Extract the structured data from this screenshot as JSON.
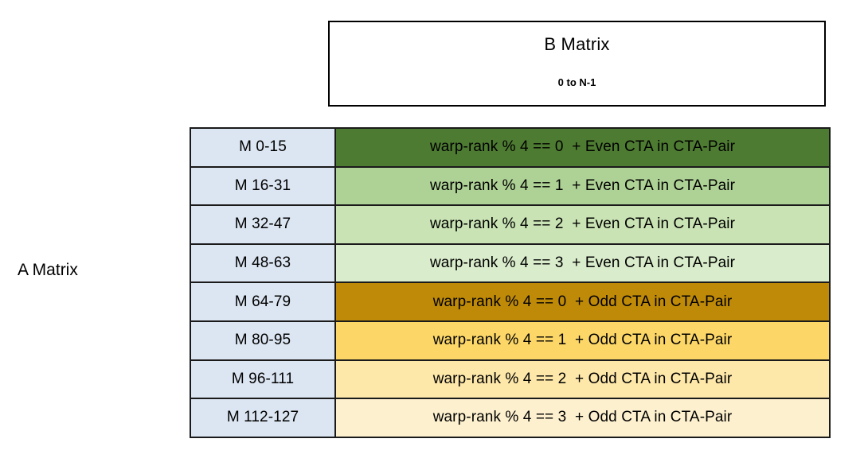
{
  "diagram": {
    "a_matrix_label": "A Matrix",
    "b_matrix": {
      "title": "B Matrix",
      "range": "0 to N-1"
    },
    "colors": {
      "row_label_fill": "#DCE6F2",
      "border": "#1A1A1A",
      "even_cta": [
        "#4E7B32",
        "#AED195",
        "#C9E3B4",
        "#D9ECCB"
      ],
      "odd_cta": [
        "#BF8A08",
        "#FCD768",
        "#FDE7A9",
        "#FDF0CE"
      ]
    },
    "rows": [
      {
        "label": "M 0-15",
        "desc": "warp-rank % 4 == 0  + Even CTA in CTA-Pair",
        "fill": "#4E7B32"
      },
      {
        "label": "M 16-31",
        "desc": "warp-rank % 4 == 1  + Even CTA in CTA-Pair",
        "fill": "#AED195"
      },
      {
        "label": "M 32-47",
        "desc": "warp-rank % 4 == 2  + Even CTA in CTA-Pair",
        "fill": "#C9E3B4"
      },
      {
        "label": "M 48-63",
        "desc": "warp-rank % 4 == 3  + Even CTA in CTA-Pair",
        "fill": "#D9ECCB"
      },
      {
        "label": "M 64-79",
        "desc": "warp-rank % 4 == 0  + Odd CTA in CTA-Pair",
        "fill": "#BF8A08"
      },
      {
        "label": "M 80-95",
        "desc": "warp-rank % 4 == 1  + Odd CTA in CTA-Pair",
        "fill": "#FCD768"
      },
      {
        "label": "M 96-111",
        "desc": "warp-rank % 4 == 2  + Odd CTA in CTA-Pair",
        "fill": "#FDE7A9"
      },
      {
        "label": "M 112-127",
        "desc": "warp-rank % 4 == 3  + Odd CTA in CTA-Pair",
        "fill": "#FDF0CE"
      }
    ]
  }
}
